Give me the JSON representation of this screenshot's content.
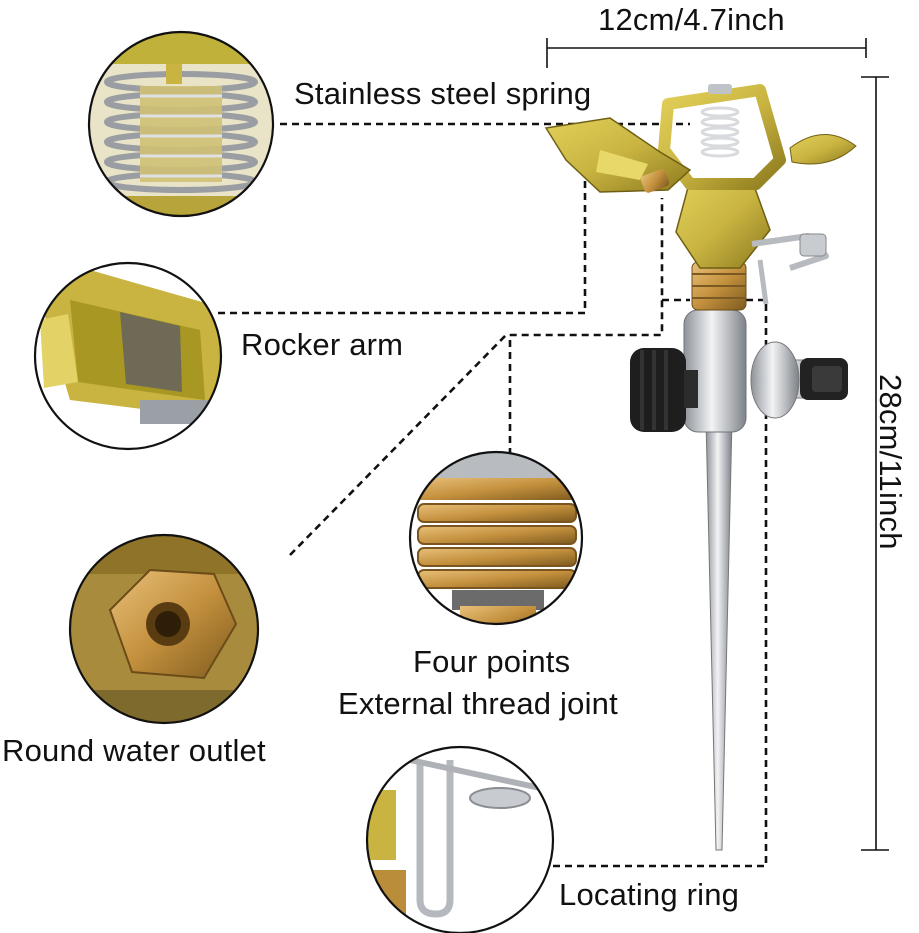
{
  "labels": {
    "spring": "Stainless steel spring",
    "rocker": "Rocker arm",
    "thread_line1": "Four points",
    "thread_line2": "External thread joint",
    "outlet": "Round water outlet",
    "ring": "Locating ring"
  },
  "dimensions": {
    "width": "12cm/4.7inch",
    "height": "28cm/11inch"
  },
  "colors": {
    "brass_yellow": "#c9b441",
    "brass_dark": "#8c7a1e",
    "copper": "#b8893a",
    "steel": "#c8cbd0",
    "knob_black": "#1e1e1e",
    "line": "#111111"
  }
}
